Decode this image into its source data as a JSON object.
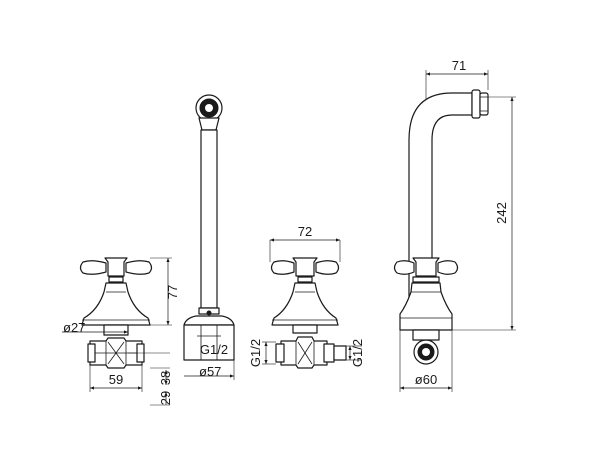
{
  "dimensions": {
    "valve_left_height": "77",
    "valve_left_stem_dia": "ø27",
    "valve_left_width": "59",
    "valve_left_offset_38": "38",
    "valve_left_offset_29": "29",
    "riser_thread": "G1/2",
    "riser_base_dia": "ø57",
    "valve_mid_width": "72",
    "valve_mid_thread_left": "G1/2",
    "valve_mid_thread_right": "G1/2",
    "spout_reach": "71",
    "spout_height": "242",
    "spout_base_dia": "ø60"
  }
}
